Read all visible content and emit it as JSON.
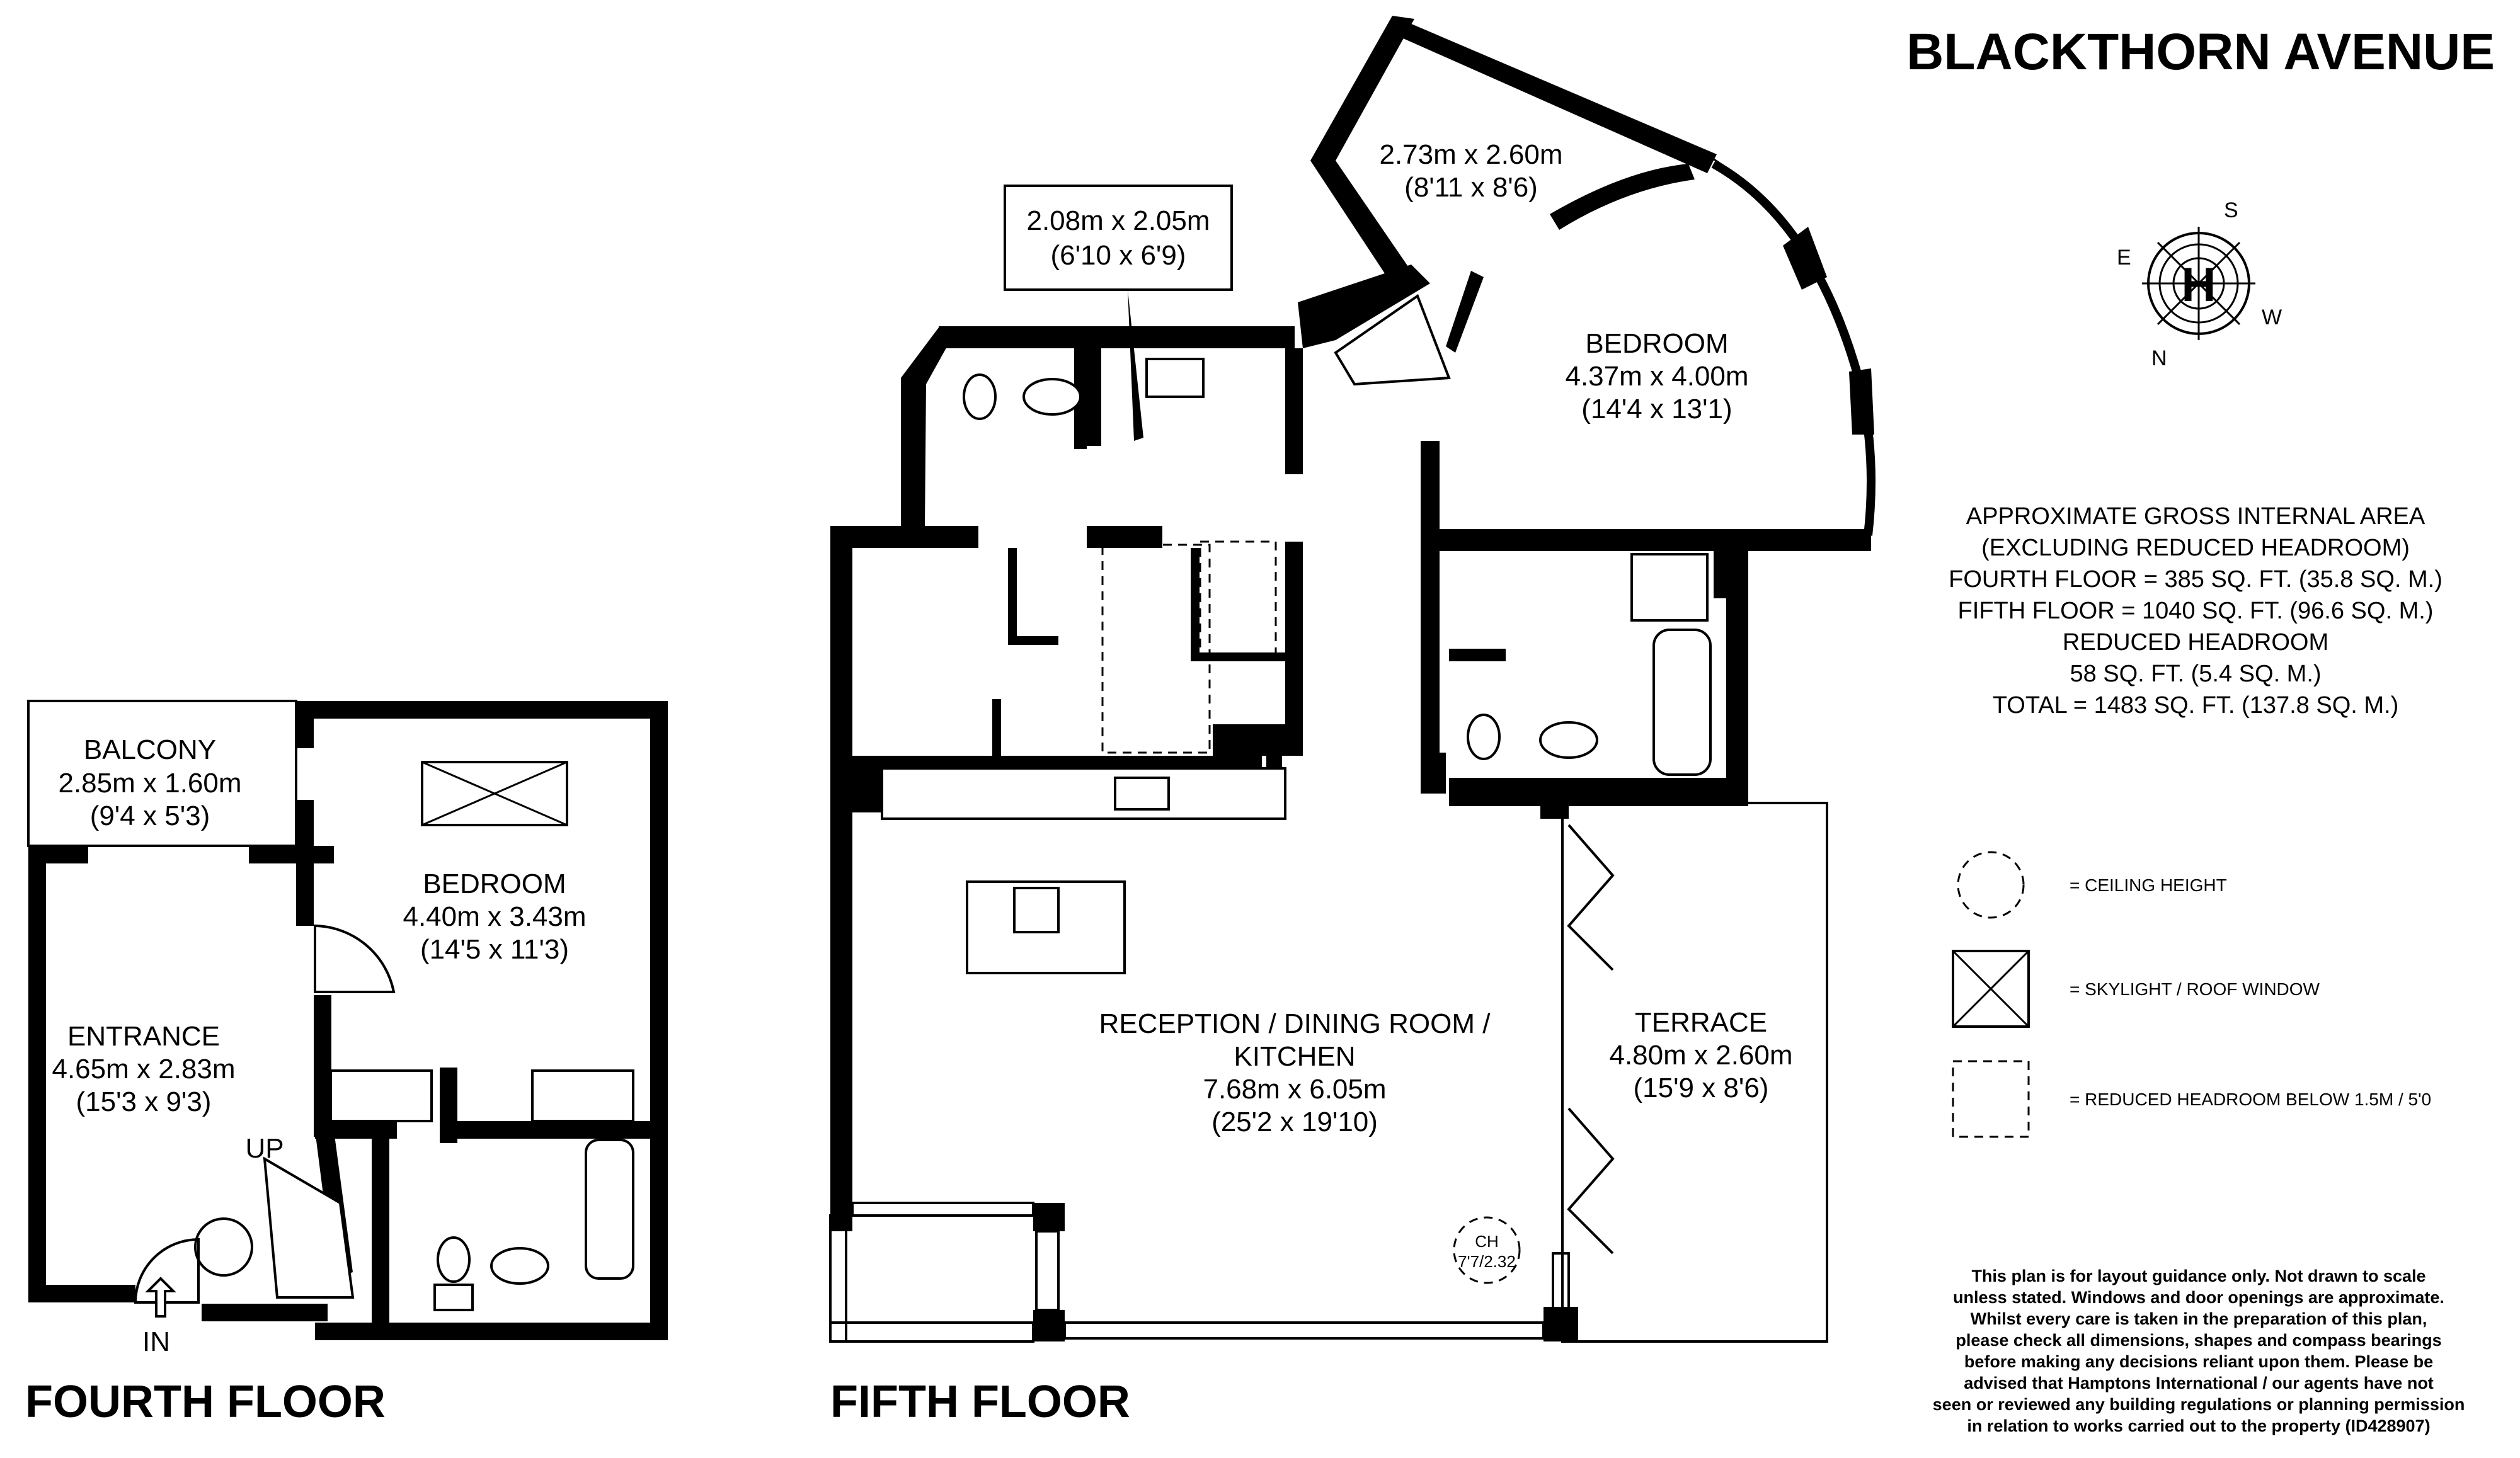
{
  "title": "BLACKTHORN AVENUE",
  "floors": {
    "fourth": "FOURTH FLOOR",
    "fifth": "FIFTH FLOOR"
  },
  "rooms": {
    "balcony": {
      "name": "BALCONY",
      "metric": "2.85m x 1.60m",
      "imperial": "(9'4 x 5'3)"
    },
    "bedroom4": {
      "name": "BEDROOM",
      "metric": "4.40m x 3.43m",
      "imperial": "(14'5 x 11'3)"
    },
    "entrance": {
      "name": "ENTRANCE",
      "metric": "4.65m x 2.83m",
      "imperial": "(15'3 x 9'3)"
    },
    "room_small": {
      "metric": "2.08m x 2.05m",
      "imperial": "(6'10 x 6'9)"
    },
    "room_top": {
      "metric": "2.73m x 2.60m",
      "imperial": "(8'11 x 8'6)"
    },
    "bedroom5": {
      "name": "BEDROOM",
      "metric": "4.37m x 4.00m",
      "imperial": "(14'4 x 13'1)"
    },
    "reception": {
      "name1": "RECEPTION / DINING ROOM /",
      "name2": "KITCHEN",
      "metric": "7.68m x 6.05m",
      "imperial": "(25'2 x 19'10)"
    },
    "terrace": {
      "name": "TERRACE",
      "metric": "4.80m x 2.60m",
      "imperial": "(15'9 x 8'6)"
    }
  },
  "markers": {
    "up": "UP",
    "in": "IN",
    "ch_label": "CH",
    "ch_value": "7'7/2.32"
  },
  "compass": {
    "n": "N",
    "s": "S",
    "e": "E",
    "w": "W",
    "logo": "H"
  },
  "area": [
    "APPROXIMATE GROSS INTERNAL AREA",
    "(EXCLUDING REDUCED HEADROOM)",
    "FOURTH FLOOR = 385 SQ. FT. (35.8 SQ. M.)",
    "FIFTH FLOOR  = 1040 SQ. FT. (96.6 SQ. M.)",
    "REDUCED HEADROOM",
    "58 SQ. FT. (5.4 SQ. M.)",
    "TOTAL =  1483 SQ. FT. (137.8 SQ. M.)"
  ],
  "legend": {
    "ceiling": "=  CEILING HEIGHT",
    "skylight": "= SKYLIGHT / ROOF  WINDOW",
    "reduced": "= REDUCED HEADROOM BELOW 1.5M / 5'0"
  },
  "disclaimer": [
    "This plan is for layout guidance only. Not drawn to scale",
    "unless stated. Windows and door openings are approximate.",
    "Whilst every care is taken in the preparation of this plan,",
    "please check all dimensions, shapes and compass bearings",
    "before making any decisions reliant upon them. Please be",
    "advised that Hamptons International / our agents have not",
    "seen or reviewed any building regulations or planning permission",
    "in relation to works carried out to the property (ID428907)"
  ]
}
